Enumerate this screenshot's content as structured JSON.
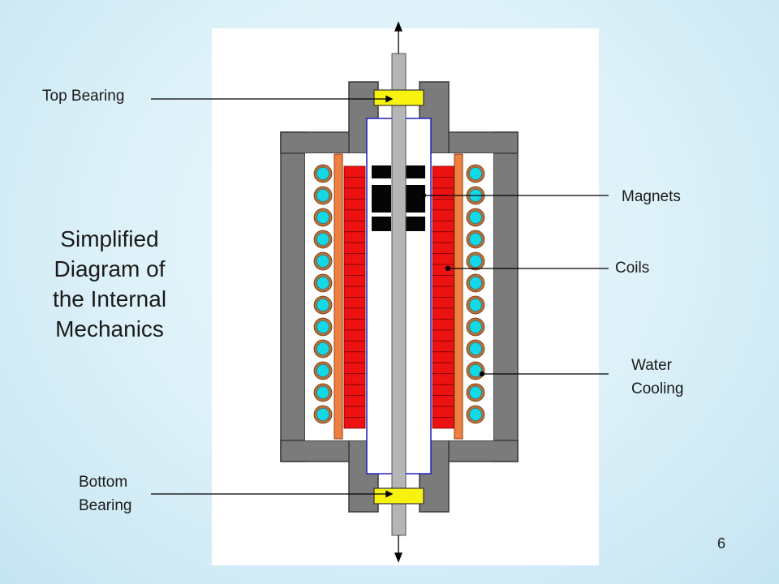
{
  "title_lines": [
    "Simplified",
    "Diagram of",
    "the Internal",
    "Mechanics"
  ],
  "labels": {
    "top_bearing": "Top Bearing",
    "magnets": "Magnets",
    "coils": "Coils",
    "water_cooling": [
      "Water",
      "Cooling"
    ],
    "bottom_bearing": [
      "Bottom",
      "Bearing"
    ]
  },
  "page_number": "6",
  "colors": {
    "housing": "#7b7b7b",
    "coil": "#ee1111",
    "water_pipe": "#13d9e6",
    "pipe_ring": "#b5703a",
    "bearing": "#f7f20f",
    "magnet": "#050505",
    "liner": "#f08040",
    "shaft": "#b5b5b5",
    "tube_outline": "#2020c0"
  }
}
